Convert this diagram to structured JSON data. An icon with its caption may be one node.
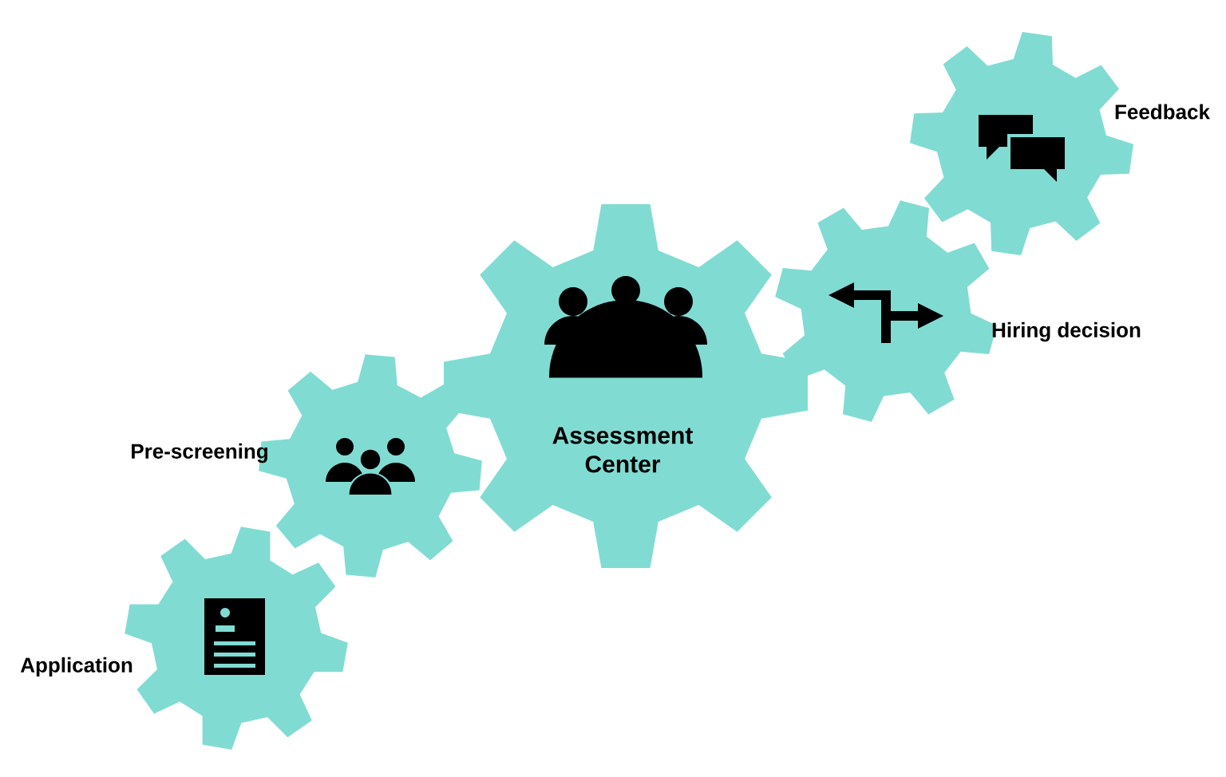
{
  "diagram": {
    "nodes": [
      {
        "text": [
          "Application"
        ]
      },
      {
        "text": [
          "Pre-screening"
        ]
      },
      {
        "text": [
          "Assessment Center"
        ]
      },
      {
        "text": [
          "Hiring decision"
        ]
      },
      {
        "text": [
          "Feedback"
        ]
      }
    ]
  }
}
